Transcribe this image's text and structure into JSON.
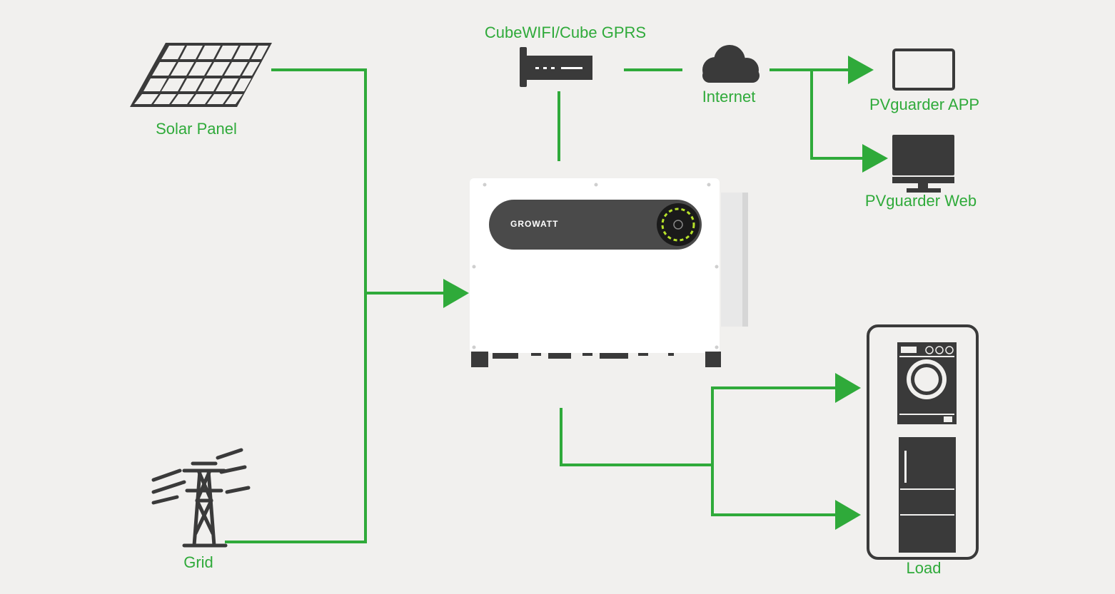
{
  "labels": {
    "solar_panel": "Solar Panel",
    "grid": "Grid",
    "datalogger": "CubeWIFI/Cube GPRS",
    "internet": "Internet",
    "app": "PVguarder APP",
    "web": "PVguarder Web",
    "load": "Load"
  },
  "inverter": {
    "brand": "GROWATT"
  },
  "colors": {
    "background": "#f1f0ee",
    "accent_green": "#2faa3a",
    "icon_dark": "#3a3a3a",
    "inverter_body": "#ffffff",
    "inverter_panel": "#4a4a4a"
  },
  "icons": [
    "solar-panel-icon",
    "transmission-tower-icon",
    "datalogger-icon",
    "cloud-icon",
    "tablet-icon",
    "monitor-icon",
    "washing-machine-icon",
    "refrigerator-icon"
  ]
}
